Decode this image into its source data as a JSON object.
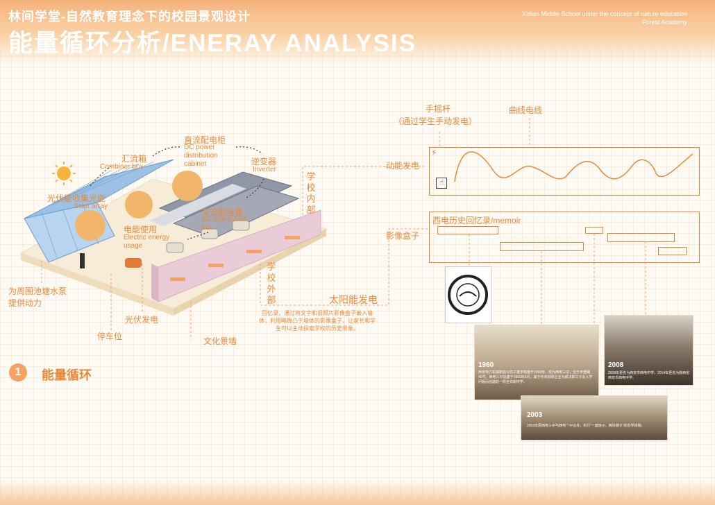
{
  "header": {
    "subtitle": "林间学堂-自然教育理念下的校园景观设计",
    "title": "能量循环分析/ENERAY ANALYSIS",
    "en_line1": "Xidian Middle School under the concept of nature education",
    "en_line2": "Forest Academy"
  },
  "diagram": {
    "solar_cn": "光伏能收集光能",
    "solar_en": "Solar array",
    "combiner_cn": "汇流箱",
    "combiner_en": "Combiner box",
    "dc_cn": "直流配电柜",
    "dc_en": "DC power distribution cabinet",
    "inverter_cn": "逆变器",
    "inverter_en": "Inverter",
    "ac_cn": "交流配电箱",
    "ac_en": "AC distribution box",
    "usage_cn": "电能使用",
    "usage_en": "Electric energy usage",
    "pump_line1": "为周围池塘水泵",
    "pump_line2": "提供动力",
    "pv_gen": "光伏发电",
    "parking": "停车位",
    "culture_wall": "文化景墙",
    "inside_school": "学校内部",
    "outside_school": "学校外部",
    "solar_power": "太阳能发电",
    "memory_note": "回忆录，通过将文字和旧照片影像盒子嵌入墙体，利用略微凸于墙体的影像盒子，让家长和学生可以主动探索学校的历史景象。"
  },
  "kinetic": {
    "crank_label": "手摇杆",
    "crank_sub": "（通过学生手动发电）",
    "curve_label": "曲线电线",
    "kinetic_label": "动能发电",
    "lightning_icon": "lightning-icon",
    "hand_icon": "hand-icon"
  },
  "memoir": {
    "box_label": "影像盒子",
    "title": "西电历史回忆录/memoir",
    "photos": [
      {
        "year": "1960",
        "caption": "西安电力机械制造公司子弟学校建于1960年，现为西电三中，位于丰登路45号。西电三中始建于1960年9月，属于中央财政企业为解决职工子女入学问题而创建的一所全日制中学。"
      },
      {
        "year": "2008",
        "caption": "2008年更名为西安市西电中学。2014年更名为陕西省西安市西电中学。"
      },
      {
        "year": "2003",
        "caption": "2003年原西电三中与西电一中合并，实行“一套班子、两块牌子”的办学体制。"
      }
    ]
  },
  "section": {
    "number": "1",
    "title": "能量循环"
  },
  "colors": {
    "accent": "#e58a3a",
    "header_gradient": "#f5b27a",
    "panel_blue": "#8fb8e0",
    "tree": "#f2b56c"
  }
}
